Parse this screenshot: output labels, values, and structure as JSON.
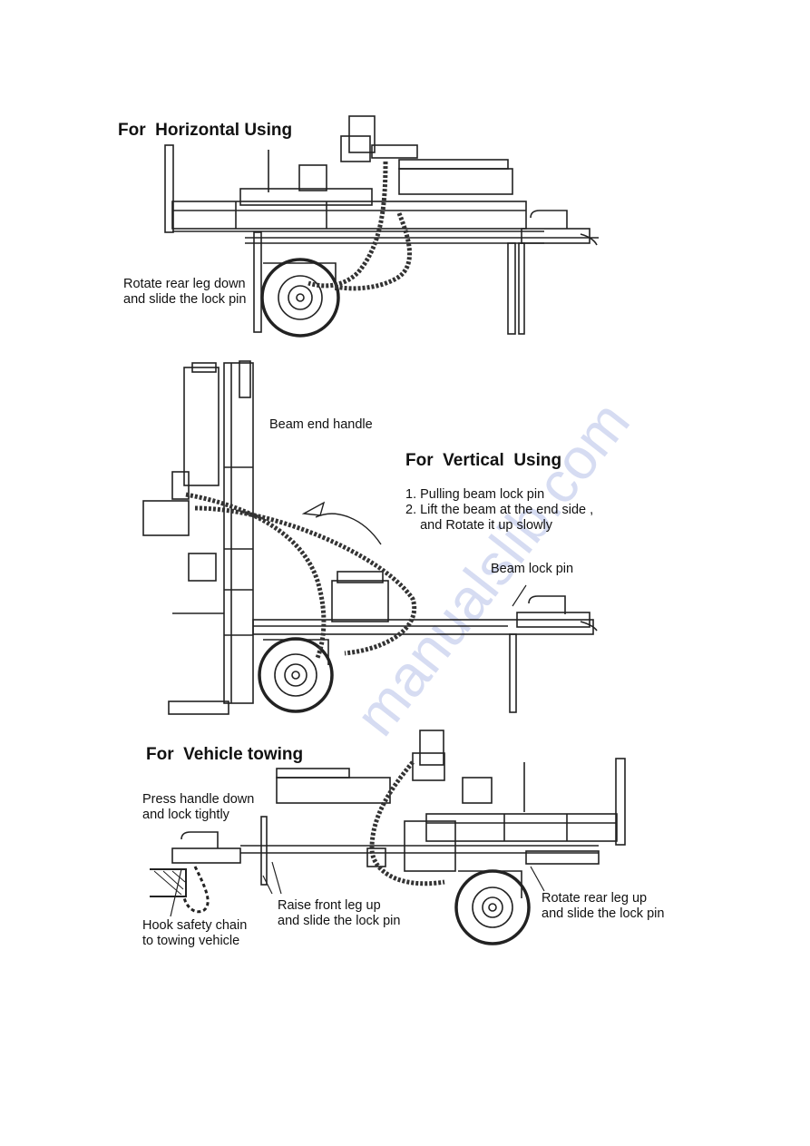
{
  "watermark": "manualslib.com",
  "sections": {
    "horizontal": {
      "title": "For  Horizontal Using",
      "callouts": {
        "rear_leg": [
          "Rotate rear leg down",
          "and slide the lock pin"
        ]
      }
    },
    "vertical": {
      "title": "For  Vertical  Using",
      "steps": [
        "1. Pulling beam lock pin",
        "2. Lift the beam at the end side ,",
        "    and Rotate it up slowly"
      ],
      "callouts": {
        "beam_end_handle": "Beam end handle",
        "beam_lock_pin": "Beam lock pin"
      }
    },
    "towing": {
      "title": "For  Vehicle towing",
      "callouts": {
        "press_handle": [
          "Press handle down",
          "and lock tightly"
        ],
        "safety_chain": [
          "Hook safety chain",
          "to towing vehicle"
        ],
        "front_leg": [
          "Raise front leg up",
          "and slide the lock pin"
        ],
        "rear_leg": [
          "Rotate rear leg up",
          "and slide the lock pin"
        ]
      }
    }
  }
}
